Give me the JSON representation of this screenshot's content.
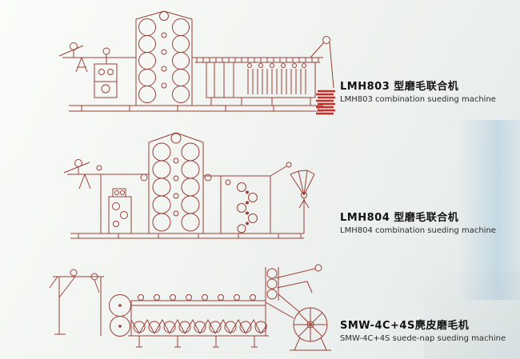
{
  "colors": {
    "diagram_line": "#9a3f36",
    "fabric_stack_red": "#cc2a22",
    "title_text": "#121212",
    "subtitle_text": "#2b2b2b",
    "background_tint": "#eef1ee",
    "highlight_blue": "#a9c6dc"
  },
  "machines": [
    {
      "model": "LMH803",
      "title_zh": "LMH803 型磨毛联合机",
      "title_en": "LMH803 combination sueding machine"
    },
    {
      "model": "LMH804",
      "title_zh": "LMH804 型磨毛联合机",
      "title_en": "LMH804 combination sueding machine"
    },
    {
      "model": "SMW-4C+4S",
      "title_zh": "SMW-4C+4S麂皮磨毛机",
      "title_en": "SMW-4C+4S suede-nap sueding machine"
    }
  ]
}
